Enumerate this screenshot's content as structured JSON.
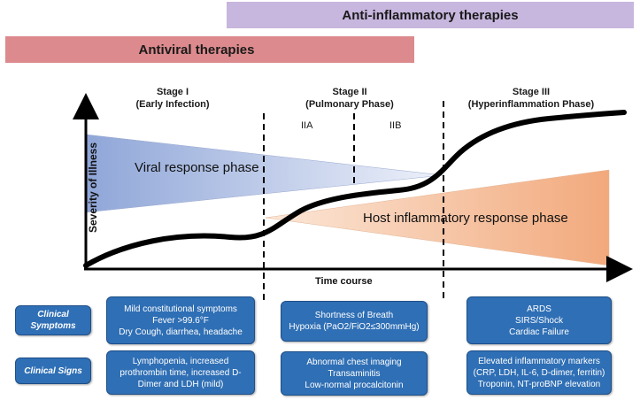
{
  "bars": {
    "anti_inflammatory": "Anti-inflammatory therapies",
    "antiviral": "Antiviral therapies"
  },
  "stages": {
    "stage1": {
      "title": "Stage I",
      "subtitle": "(Early Infection)"
    },
    "stage2": {
      "title": "Stage II",
      "subtitle": "(Pulmonary Phase)",
      "sub_a": "IIA",
      "sub_b": "IIB"
    },
    "stage3": {
      "title": "Stage III",
      "subtitle": "(Hyperinflammation Phase)"
    }
  },
  "phases": {
    "viral": "Viral response phase",
    "host": "Host inflammatory response phase"
  },
  "axes": {
    "y": "Severity of Illness",
    "x": "Time course"
  },
  "rows": {
    "symptoms": {
      "label": [
        "Clinical",
        "Symptoms"
      ],
      "stage1": [
        "Mild constitutional symptoms",
        "Fever >99.6°F",
        "Dry Cough, diarrhea, headache"
      ],
      "stage2": [
        "Shortness of Breath",
        "Hypoxia (PaO2/FiO2≤300mmHg)"
      ],
      "stage3": [
        "ARDS",
        "SIRS/Shock",
        "Cardiac Failure"
      ]
    },
    "signs": {
      "label": [
        "Clinical Signs"
      ],
      "stage1": [
        "Lymphopenia, increased",
        "prothrombin time, increased D-",
        "Dimer and LDH (mild)"
      ],
      "stage2": [
        "Abnormal chest imaging",
        "Transaminitis",
        "Low-normal procalcitonin"
      ],
      "stage3": [
        "Elevated inflammatory markers",
        "(CRP, LDH, IL-6, D-dimer, ferritin)",
        "Troponin, NT-proBNP elevation"
      ]
    }
  },
  "colors": {
    "box_blue": "#2f6fb5",
    "anti_bar": "#c7b6de",
    "antiviral_bar": "#dc8a8d",
    "viral_wedge_dark": "#8fa6d8",
    "viral_wedge_light": "#eef1fa",
    "host_wedge_light": "#fbe7d8",
    "host_wedge_dark": "#f2a97c"
  }
}
